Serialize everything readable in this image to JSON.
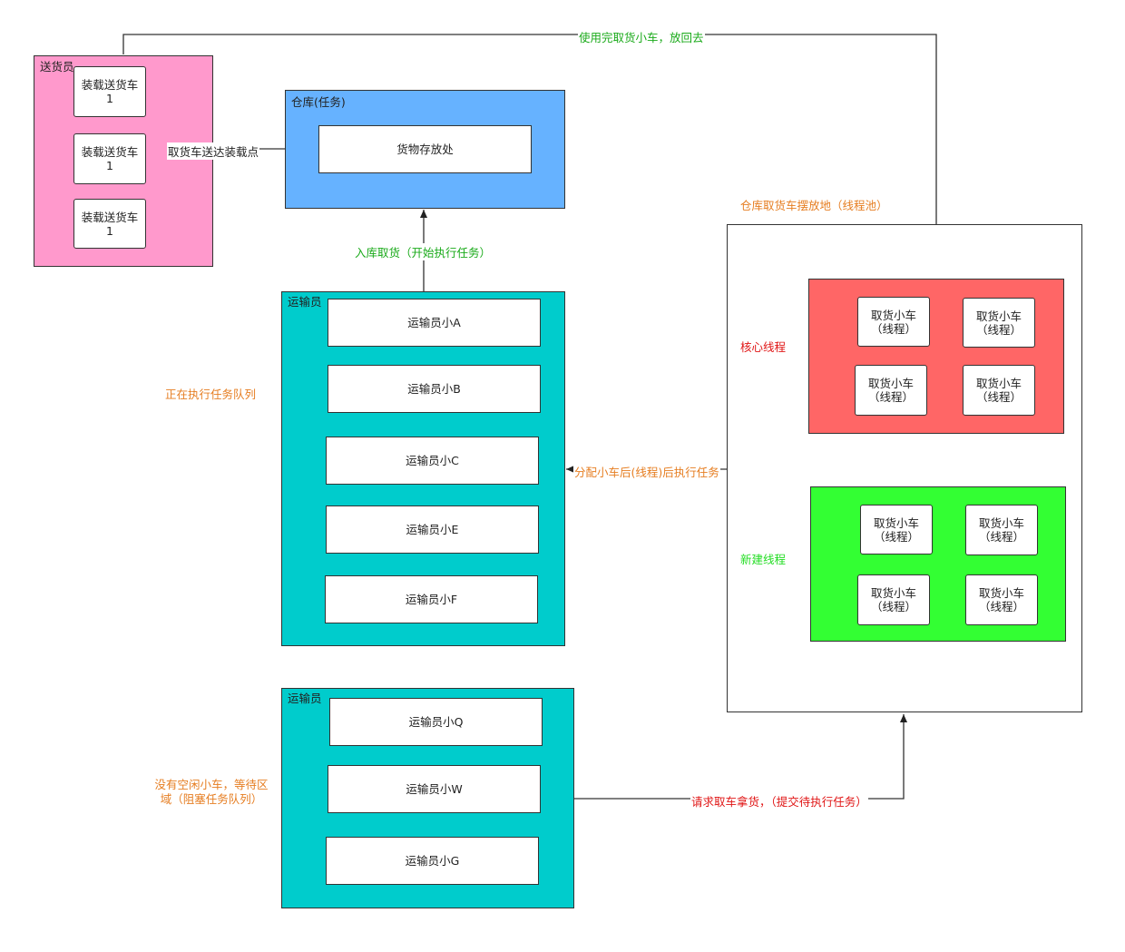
{
  "colors": {
    "courier": "#FF99CC",
    "warehouse": "#66B2FF",
    "transport": "#00CCCC",
    "core": "#FF6666",
    "new": "#33FF33",
    "label_orange": "#E67E22",
    "label_green": "#1AAA1A",
    "label_red": "#E01515",
    "core_label": "#E01515",
    "new_label": "#22DD22"
  },
  "courier": {
    "title": "送货员",
    "items": [
      "装载送货车\n1",
      "装载送货车\n1",
      "装载送货车\n1"
    ]
  },
  "warehouse": {
    "title": "仓库(任务)",
    "storage": "货物存放处"
  },
  "transport_running": {
    "title": "运输员",
    "items": [
      "运输员小A",
      "运输员小B",
      "运输员小C",
      "运输员小E",
      "运输员小F"
    ]
  },
  "transport_waiting": {
    "title": "运输员",
    "items": [
      "运输员小Q",
      "运输员小W",
      "运输员小G"
    ]
  },
  "pool": {
    "title": "仓库取货车摆放地（线程池）",
    "core_label": "核心线程",
    "new_label": "新建线程",
    "core_items": [
      "取货小车\n（线程）",
      "取货小车\n（线程）",
      "取货小车\n（线程）",
      "取货小车\n（线程）"
    ],
    "new_items": [
      "取货小车\n（线程）",
      "取货小车\n（线程）",
      "取货小车\n（线程）",
      "取货小车\n（线程）"
    ]
  },
  "labels": {
    "running_queue": "正在执行任务队列",
    "blocking_queue": "没有空闲小车，等待区\n域（阻塞任务队列）"
  },
  "edges": {
    "return_cart": "使用完取货小车，放回去",
    "deliver": "取货车送达装载点",
    "stock_in": "入库取货（开始执行任务）",
    "assign": "分配小车后(线程)后执行任务",
    "request": "请求取车拿货，（提交待执行任务）"
  }
}
